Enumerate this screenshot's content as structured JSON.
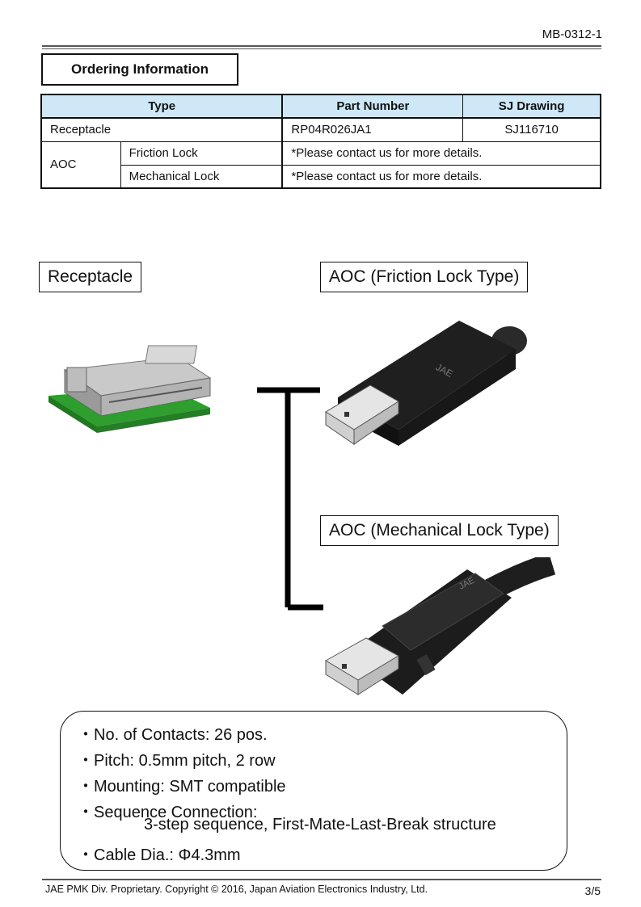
{
  "header": {
    "doc_id": "MB-0312-1"
  },
  "section_title": "Ordering Information",
  "table": {
    "headers": [
      "Type",
      "Part Number",
      "SJ Drawing"
    ],
    "receptacle": {
      "type": "Receptacle",
      "part_number": "RP04R026JA1",
      "sj_drawing": "SJ116710"
    },
    "aoc": {
      "type": "AOC",
      "friction": {
        "subtype": "Friction Lock",
        "note": "*Please contact us for more details."
      },
      "mechanical": {
        "subtype": "Mechanical Lock",
        "note": "*Please contact us for more details."
      }
    }
  },
  "labels": {
    "receptacle": "Receptacle",
    "aoc_friction": "AOC (Friction Lock Type)",
    "aoc_mechanical": "AOC (Mechanical Lock Type)"
  },
  "logos": {
    "brand": "JAE"
  },
  "features": [
    "・No. of Contacts: 26 pos.",
    "・Pitch: 0.5mm pitch, 2 row",
    "・Mounting: SMT compatible",
    "・Sequence Connection:",
    "3-step sequence, First-Mate-Last-Break structure",
    "・Cable Dia.: Φ4.3mm"
  ],
  "footer": {
    "copyright": "JAE PMK Div. Proprietary. Copyright ©  2016, Japan Aviation Electronics Industry, Ltd.",
    "page": "3/5"
  }
}
